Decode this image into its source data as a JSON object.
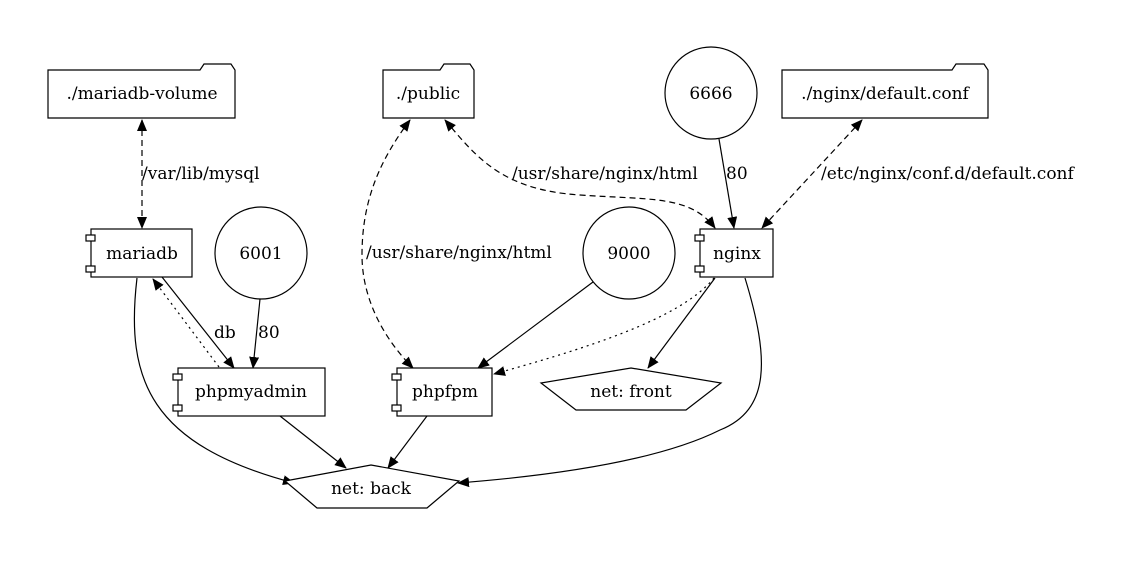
{
  "nodes": {
    "mariadb_volume": "./mariadb-volume",
    "public": "./public",
    "port_6666": "6666",
    "nginx_conf": "./nginx/default.conf",
    "mariadb": "mariadb",
    "port_6001": "6001",
    "port_9000": "9000",
    "nginx": "nginx",
    "phpmyadmin": "phpmyadmin",
    "phpfpm": "phpfpm",
    "net_front": "net: front",
    "net_back": "net: back"
  },
  "edges": {
    "mysql_mount": "/var/lib/mysql",
    "nginx_html_mount": "/usr/share/nginx/html",
    "port_6666_target": "80",
    "conf_mount": "/etc/nginx/conf.d/default.conf",
    "phpfpm_html_mount": "/usr/share/nginx/html",
    "db_link": "db",
    "port_6001_target": "80"
  }
}
